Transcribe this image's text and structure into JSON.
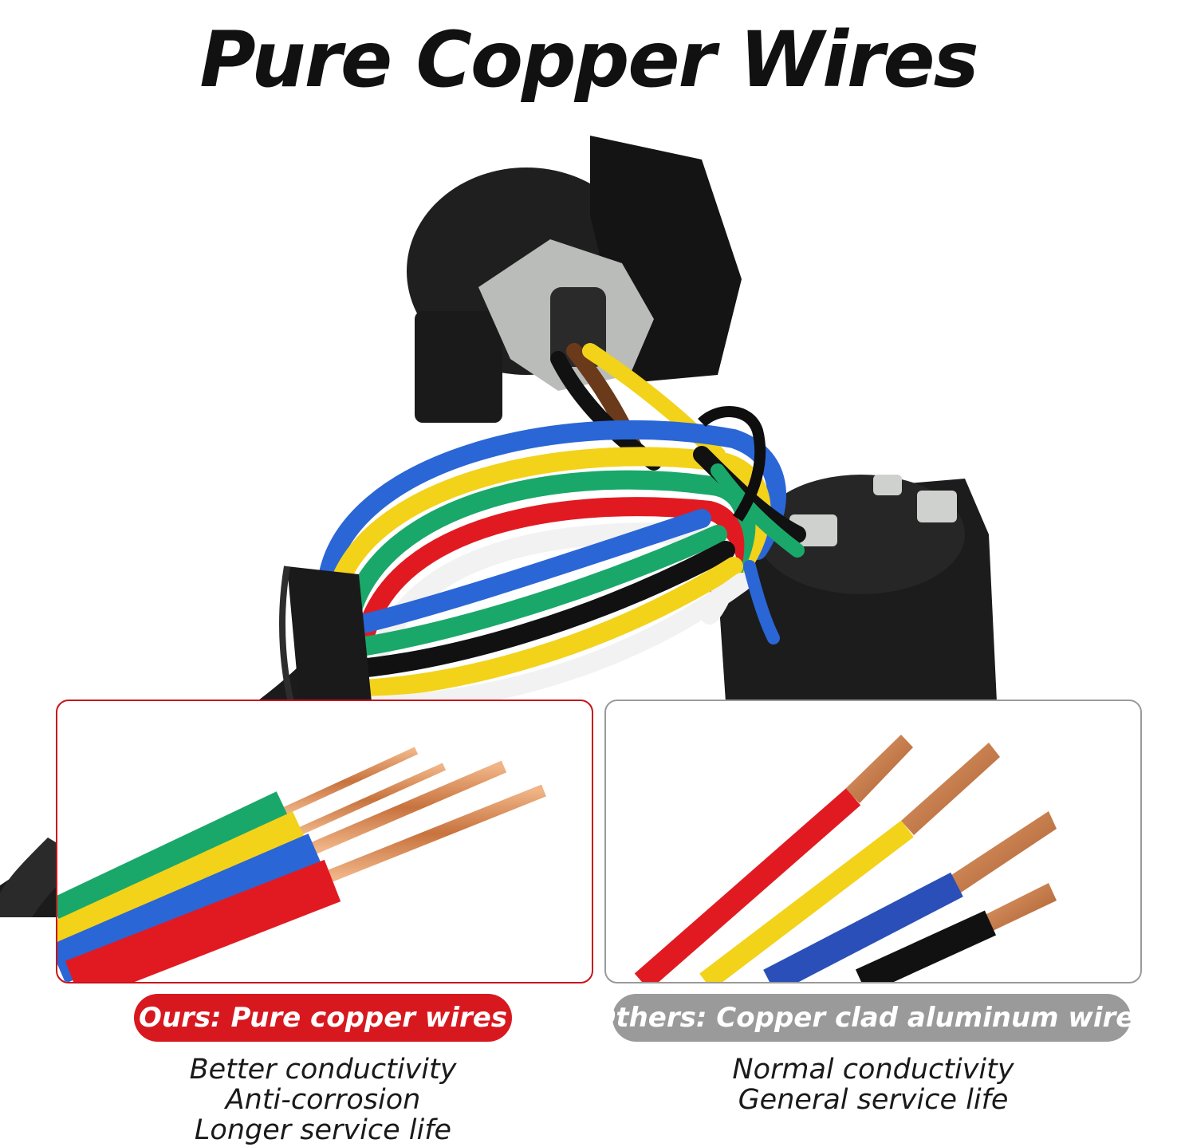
{
  "title": "Pure Copper Wires",
  "ours": {
    "label": "Ours: Pure copper wires",
    "features": [
      "Better conductivity",
      "Anti-corrosion",
      "Longer service life"
    ],
    "accent": "#d8181f"
  },
  "others": {
    "label": "Others: Copper clad aluminum wires",
    "features": [
      "Normal conductivity",
      "General service life"
    ],
    "accent": "#9a9a9a"
  },
  "colors": {
    "wire_green": "#1aa86a",
    "wire_yellow": "#f3d21a",
    "wire_blue": "#2a66d6",
    "wire_red": "#e11a22",
    "wire_black": "#111111",
    "wire_white": "#f2f2f2",
    "wire_brown": "#6a3a1a",
    "copper": "#d98a55"
  }
}
